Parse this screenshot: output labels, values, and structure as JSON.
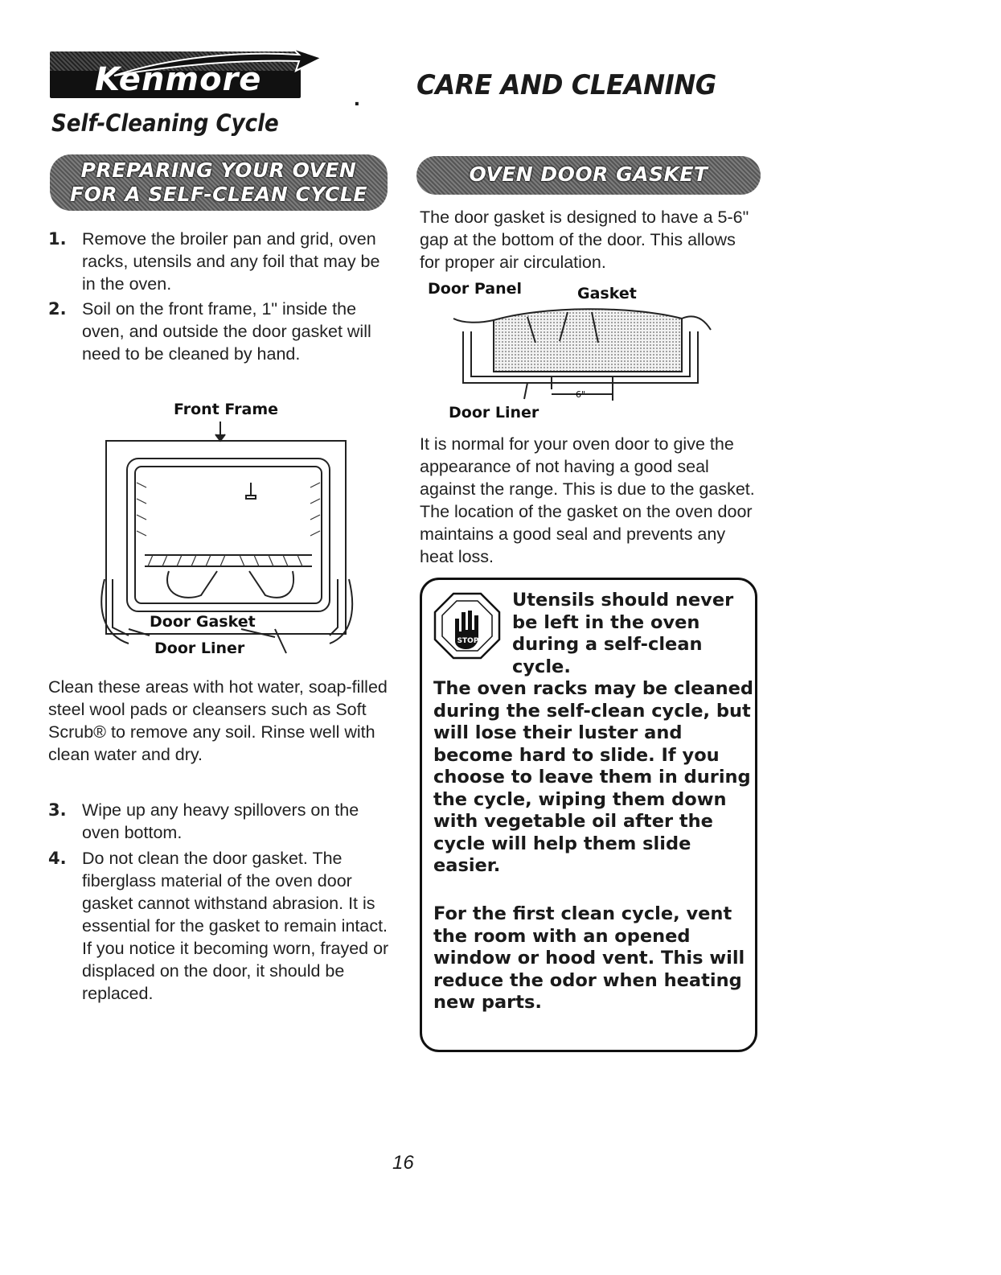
{
  "brand": {
    "name": "Kenmore"
  },
  "header": {
    "title": "CARE AND CLEANING",
    "section": "Self-Cleaning Cycle"
  },
  "left": {
    "pill_line1": "PREPARING YOUR OVEN",
    "pill_line2": "FOR A SELF-CLEAN CYCLE",
    "steps": [
      {
        "num": "1.",
        "text": "Remove the broiler pan and grid, oven racks, utensils and any foil that may be in the oven."
      },
      {
        "num": "2.",
        "text": "Soil on the front frame, 1\" inside the oven, and outside the door gasket will need to be cleaned by hand."
      },
      {
        "num": "3.",
        "text": "Wipe up any heavy spillovers on the oven bottom."
      },
      {
        "num": "4.",
        "text": "Do not clean the door gasket. The fiberglass material of the oven door gasket cannot withstand abrasion. It is essential for the gasket to remain intact. If you notice it becoming worn, frayed or displaced on the door, it should be replaced."
      }
    ],
    "figure_labels": {
      "front_frame": "Front Frame",
      "door_gasket": "Door Gasket",
      "door_liner": "Door Liner"
    },
    "clean_text": "Clean these areas with hot water, soap-filled steel wool pads or cleansers such as Soft Scrub® to remove any soil. Rinse well with clean water and dry."
  },
  "right": {
    "pill": "OVEN DOOR GASKET",
    "intro": "The door gasket is designed to have a 5-6\" gap at the bottom of the door. This allows for proper air circulation.",
    "figure_labels": {
      "door_panel": "Door Panel",
      "gasket": "Gasket",
      "door_liner": "Door Liner",
      "gap": "6\""
    },
    "normal_text": "It is normal for your oven door to give the appearance of not having a good seal against the range. This is due to the gasket. The location of the gasket on the oven door maintains a good seal and prevents any heat loss.",
    "warning": {
      "stop_label": "STOP",
      "headline": "Utensils should never be left in the oven during a self-clean cycle.",
      "p1": "The oven racks may be cleaned during the self-clean cycle, but will lose their luster and become hard to slide. If you choose to leave them in during the cycle, wiping them down with vegetable oil after the cycle will help them slide easier.",
      "p2": "For the first clean cycle, vent the room with an opened window or hood vent. This will reduce the odor when heating new parts."
    }
  },
  "footer": {
    "page_number": "16"
  }
}
